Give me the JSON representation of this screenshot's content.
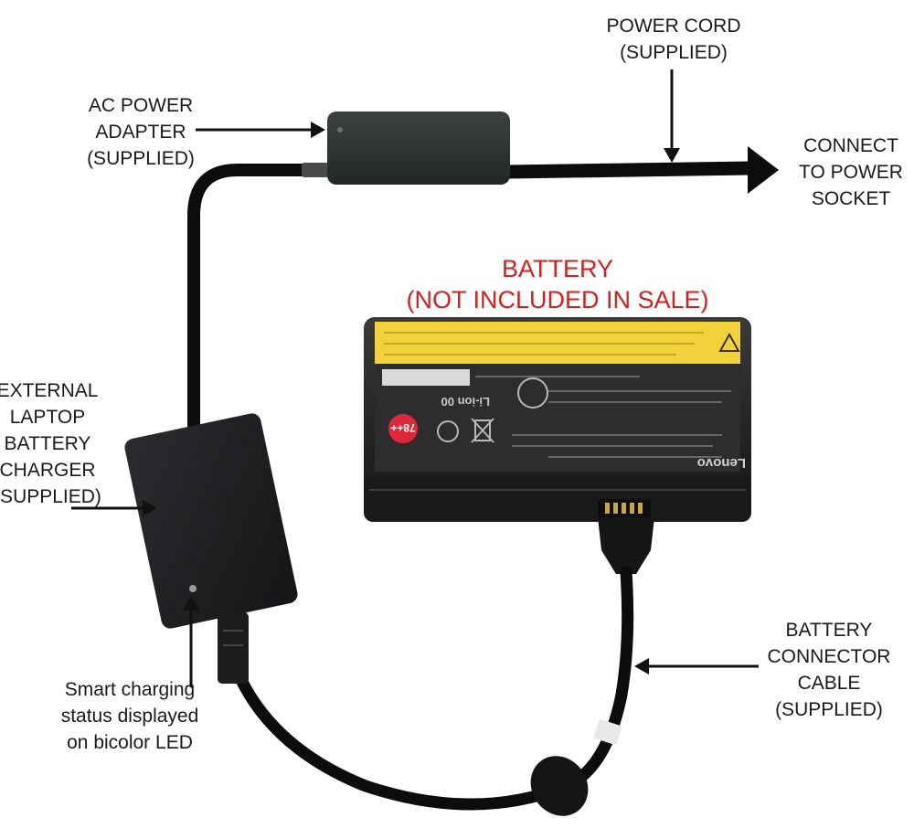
{
  "labels": {
    "power_cord": [
      "POWER CORD",
      "(SUPPLIED)"
    ],
    "ac_adapter": [
      "AC POWER",
      "ADAPTER",
      "(SUPPLIED)"
    ],
    "connect_socket": [
      "CONNECT",
      "TO POWER",
      "SOCKET"
    ],
    "battery": [
      "BATTERY",
      "(NOT INCLUDED IN SALE)"
    ],
    "charger": [
      "EXTERNAL",
      "LAPTOP",
      "BATTERY",
      "CHARGER",
      "(SUPPLIED)"
    ],
    "connector_cable": [
      "BATTERY",
      "CONNECTOR",
      "CABLE",
      "(SUPPLIED)"
    ],
    "led_status": [
      "Smart charging",
      "status displayed",
      "on bicolor LED"
    ]
  },
  "battery_print": {
    "brand": "Lenovo",
    "chemistry": "Li-ion 00",
    "badge": "78++"
  },
  "colors": {
    "battery_label": "#d3201f",
    "warning_strip": "#f2d23a",
    "device_body": "#1f1f22",
    "cable": "#0c0c0c",
    "adapter": "#2f3532"
  }
}
